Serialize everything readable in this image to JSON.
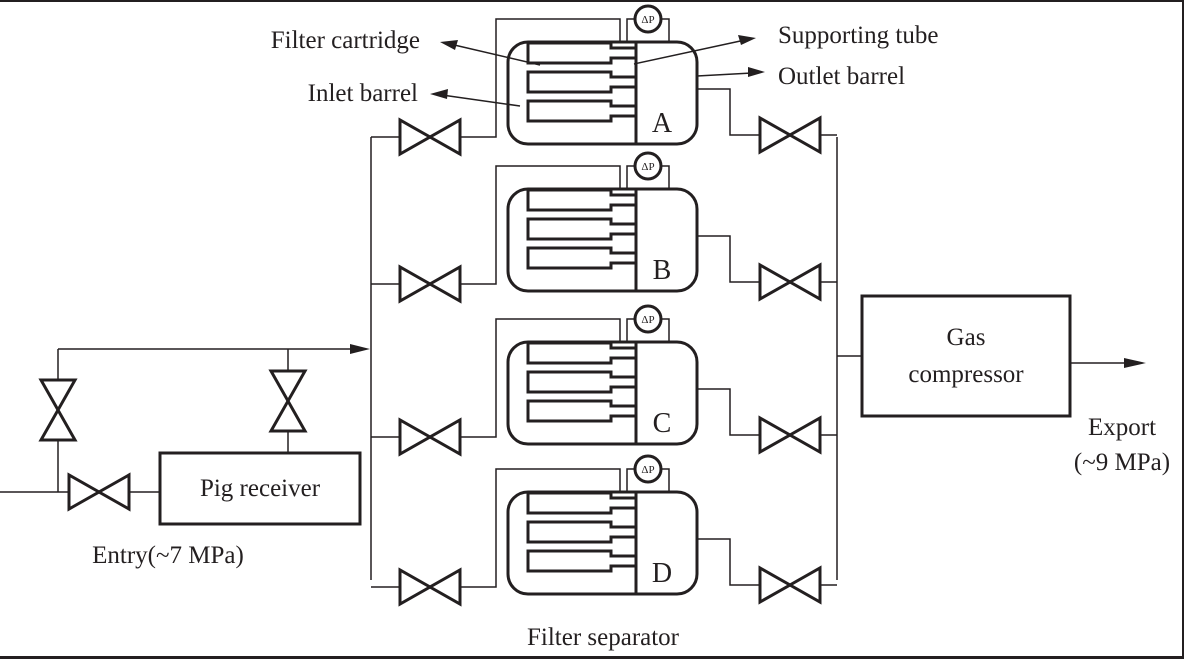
{
  "figure": {
    "type": "process-flow-diagram",
    "description": "Gas pipeline station: entry, pig receiver, four parallel filter separators (A-D) and gas compressor"
  },
  "entry": {
    "label": "Entry(~7 MPa)"
  },
  "pig_receiver": {
    "label": "Pig receiver"
  },
  "filter_separator": {
    "caption": "Filter separator",
    "units": [
      {
        "id": "A",
        "gauge": "ΔP"
      },
      {
        "id": "B",
        "gauge": "ΔP"
      },
      {
        "id": "C",
        "gauge": "ΔP"
      },
      {
        "id": "D",
        "gauge": "ΔP"
      }
    ],
    "annotations": {
      "filter_cartridge": "Filter cartridge",
      "inlet_barrel": "Inlet barrel",
      "supporting_tube": "Supporting tube",
      "outlet_barrel": "Outlet barrel"
    }
  },
  "compressor": {
    "line1": "Gas",
    "line2": "compressor"
  },
  "export": {
    "line1": "Export",
    "line2": "(~9 MPa)"
  },
  "colors": {
    "ink": "#231f20",
    "background": "#ffffff"
  }
}
